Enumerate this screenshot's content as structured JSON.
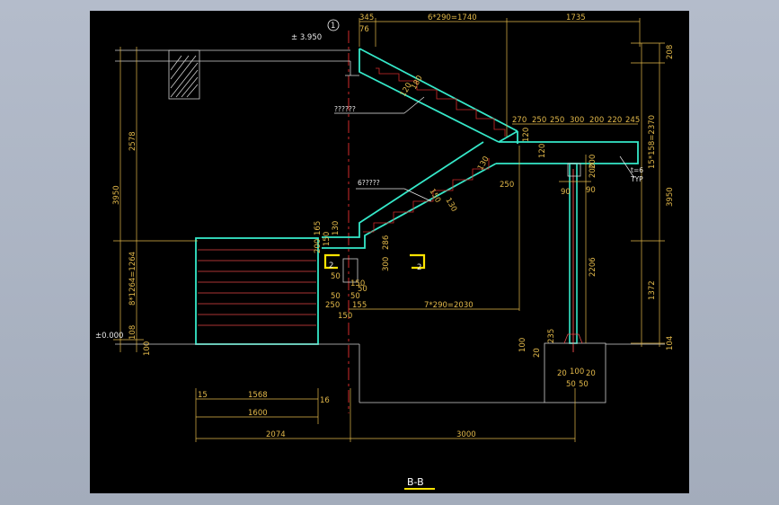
{
  "drawing": {
    "section_title": "B-B",
    "axis_mark": "1",
    "elevations": {
      "top": "± 3.950",
      "ground": "±0.000"
    },
    "notes": {
      "upper_flight": "??????",
      "lower_flight": "6?????",
      "typ": "TYP",
      "t_value": "t=6"
    },
    "beam_marks": [
      "2",
      "2"
    ],
    "slope_marks": [
      "180",
      "120",
      "130",
      "150",
      "130"
    ],
    "dims_top": [
      "345",
      "76",
      "6*290=1740",
      "1735"
    ],
    "dims_landing": [
      "270",
      "250",
      "250",
      "300",
      "200",
      "220",
      "245"
    ],
    "dims_right_vertical": [
      "208",
      "15*158=2370",
      "3950",
      "1372",
      "104"
    ],
    "dims_left_vertical": [
      "2578",
      "3950",
      "8*1264=1264",
      "108",
      "100"
    ],
    "dims_bottom": [
      "15",
      "1568",
      "16",
      "1600",
      "2074",
      "3000",
      "7*290=2030"
    ],
    "dims_misc": [
      "165",
      "150",
      "130",
      "200",
      "50",
      "300",
      "286",
      "150",
      "50",
      "50",
      "250",
      "150",
      "155",
      "250",
      "200",
      "200",
      "90",
      "90",
      "2206",
      "235",
      "100",
      "20",
      "20",
      "20",
      "100",
      "50",
      "50",
      "50",
      "120",
      "120"
    ]
  },
  "colors": {
    "background": "#000000",
    "concrete": "#35e8c9",
    "dimension": "#e3b94a",
    "axis": "#d02a2a",
    "highlight": "#ffe400",
    "rebar": "#e34646",
    "text": "#e8e8e8"
  }
}
